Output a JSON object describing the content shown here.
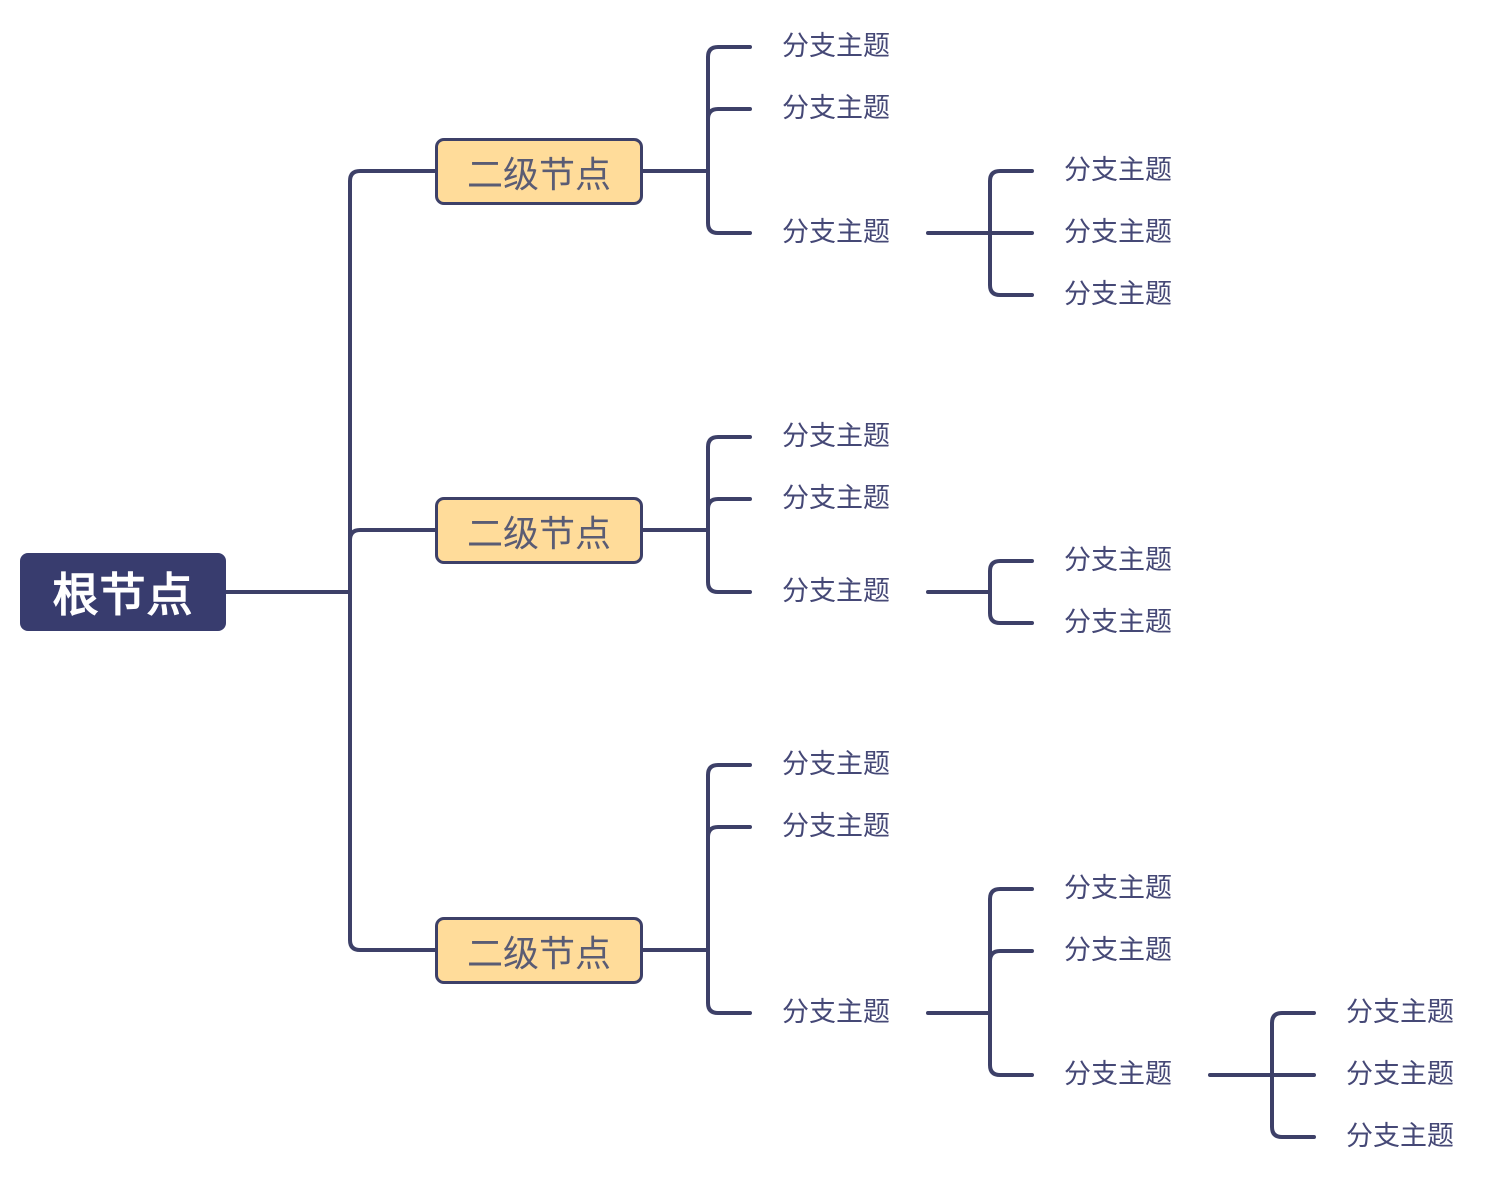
{
  "root": {
    "label": "根节点"
  },
  "branches": [
    {
      "label": "二级节点",
      "children": [
        {
          "label": "分支主题"
        },
        {
          "label": "分支主题"
        },
        {
          "label": "分支主题",
          "children": [
            {
              "label": "分支主题"
            },
            {
              "label": "分支主题"
            },
            {
              "label": "分支主题"
            }
          ]
        }
      ]
    },
    {
      "label": "二级节点",
      "children": [
        {
          "label": "分支主题"
        },
        {
          "label": "分支主题"
        },
        {
          "label": "分支主题",
          "children": [
            {
              "label": "分支主题"
            },
            {
              "label": "分支主题"
            }
          ]
        }
      ]
    },
    {
      "label": "二级节点",
      "children": [
        {
          "label": "分支主题"
        },
        {
          "label": "分支主题"
        },
        {
          "label": "分支主题",
          "children": [
            {
              "label": "分支主题"
            },
            {
              "label": "分支主题"
            },
            {
              "label": "分支主题",
              "children": [
                {
                  "label": "分支主题"
                },
                {
                  "label": "分支主题"
                },
                {
                  "label": "分支主题"
                }
              ]
            }
          ]
        }
      ]
    }
  ],
  "colors": {
    "root_fill": "#383c6e",
    "branch_fill": "#ffdc9a",
    "line": "#3d4068",
    "leaf_text": "#454876"
  }
}
